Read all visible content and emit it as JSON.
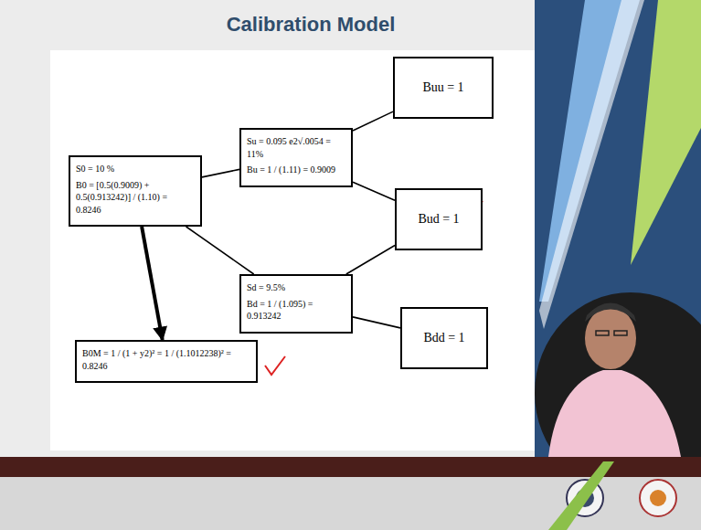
{
  "diagram": {
    "title": "Calibration Model",
    "nodes": [
      {
        "text": [
          "S0 = 10 %",
          "B0 = [0.5(0.9009) + 0.5(0.913242)] / (1.10) = 0.8246"
        ]
      },
      {
        "text": [
          "Su = 0.095 e2√.0054 = 11%",
          "Bu = 1 / (1.11) = 0.9009"
        ]
      },
      {
        "text": [
          "Sd = 9.5%",
          "Bd = 1 / (1.095) = 0.913242"
        ]
      },
      {
        "text": [
          "Buu = 1"
        ]
      },
      {
        "text": [
          "Bud = 1"
        ]
      },
      {
        "text": [
          "Bdd = 1"
        ]
      },
      {
        "text": [
          "B0M = 1 / (1 + y2)² = 1 / (1.1012238)² = 0.8246"
        ]
      }
    ],
    "edges": [
      {
        "from": 0,
        "to": 1,
        "arrow": "none"
      },
      {
        "from": 0,
        "to": 2,
        "arrow": "none"
      },
      {
        "from": 1,
        "to": 3,
        "arrow": "none"
      },
      {
        "from": 1,
        "to": 4,
        "arrow": "none"
      },
      {
        "from": 2,
        "to": 4,
        "arrow": "none"
      },
      {
        "from": 2,
        "to": 5,
        "arrow": "none"
      },
      {
        "from": 0,
        "to": 6,
        "arrow": "to"
      }
    ]
  }
}
